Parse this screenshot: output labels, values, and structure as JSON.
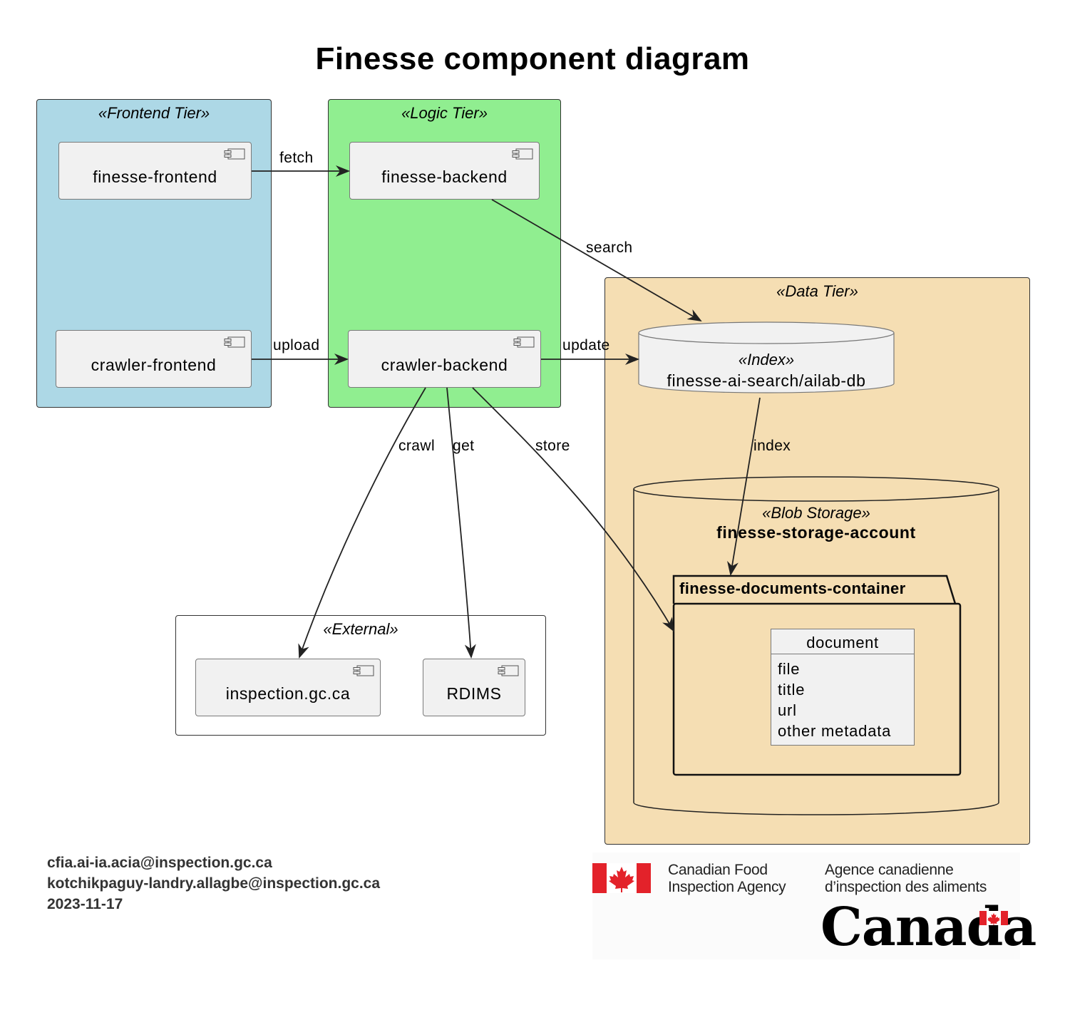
{
  "title": "Finesse component diagram",
  "tiers": {
    "frontend": "«Frontend Tier»",
    "logic": "«Logic Tier»",
    "data": "«Data Tier»",
    "external": "«External»"
  },
  "components": {
    "finesse_frontend": "finesse-frontend",
    "crawler_frontend": "crawler-frontend",
    "finesse_backend": "finesse-backend",
    "crawler_backend": "crawler-backend",
    "inspection": "inspection.gc.ca",
    "rdims": "RDIMS"
  },
  "index": {
    "stereotype": "«Index»",
    "name": "finesse-ai-search/ailab-db"
  },
  "storage": {
    "stereotype": "«Blob Storage»",
    "name": "finesse-storage-account",
    "container": "finesse-documents-container"
  },
  "document": {
    "header": "document",
    "fields": [
      "file",
      "title",
      "url",
      "other metadata"
    ]
  },
  "edges": {
    "fetch": "fetch",
    "upload": "upload",
    "search": "search",
    "update": "update",
    "crawl": "crawl",
    "get": "get",
    "store": "store",
    "index": "index"
  },
  "footer": {
    "email1": "cfia.ai-ia.acia@inspection.gc.ca",
    "email2": "kotchikpaguy-landry.allagbe@inspection.gc.ca",
    "date": "2023-11-17"
  },
  "logo": {
    "en_line1": "Canadian Food",
    "en_line2": "Inspection Agency",
    "fr_line1": "Agence canadienne",
    "fr_line2": "d’inspection des aliments",
    "wordmark": "Canada"
  },
  "colors": {
    "frontend_tier": "#add8e6",
    "logic_tier": "#90ee90",
    "data_tier": "#f5deb3",
    "component_fill": "#f1f1f1",
    "flag_red": "#e3222a"
  }
}
